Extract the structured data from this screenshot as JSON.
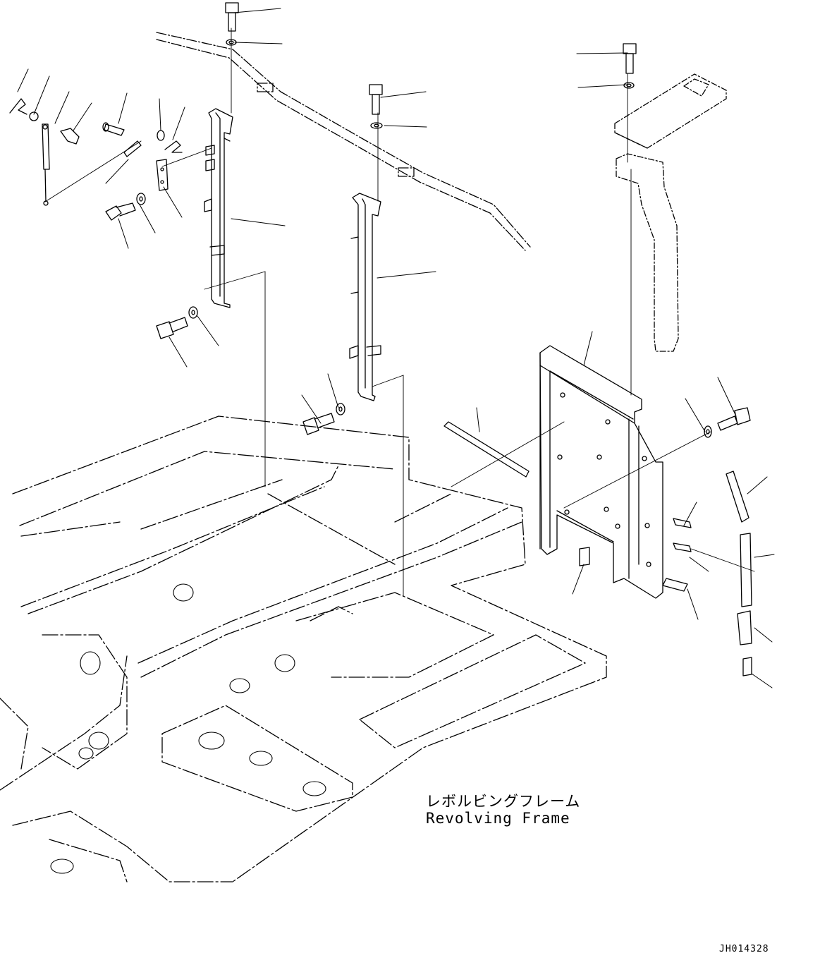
{
  "labels": {
    "japanese": "レボルビングフレーム",
    "english": "Revolving Frame"
  },
  "drawing_id": "JH014328"
}
